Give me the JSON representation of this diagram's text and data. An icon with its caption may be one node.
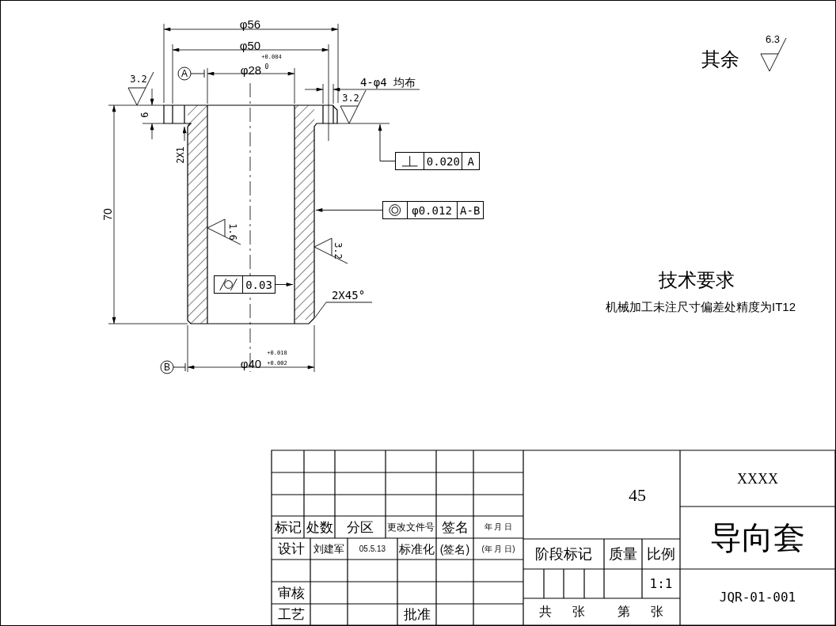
{
  "diagram": {
    "nodes": [
      {
        "text": [
          "0.020",
          "A"
        ]
      },
      {
        "text": [
          "φ0.012",
          "A-B"
        ]
      },
      {
        "text": [
          "0.03"
        ]
      },
      {
        "text": [
          "2X45°"
        ]
      },
      {
        "text": [],
        "shape": "line"
      }
    ],
    "edges": [
      {
        "from": 0,
        "to": 4,
        "arrow": "to"
      },
      {
        "from": 1,
        "to": null,
        "arrow": "to"
      },
      {
        "from": 2,
        "to": null,
        "arrow": "to"
      },
      {
        "from": 3,
        "to": null,
        "arrow": "none"
      }
    ],
    "labels": [
      "φ56",
      "φ50",
      "+0.084",
      "φ28",
      "0",
      "A",
      "4-φ4 均布",
      "3.2",
      "6",
      "3.2",
      "2X1",
      "70",
      "1.6",
      "3.2",
      "B",
      "φ40",
      "+0.018",
      "+0.002",
      "其余",
      "6.3",
      "技术要求",
      "机械加工未注尺寸偏差处精度为IT12",
      "标记",
      "处数",
      "分区",
      "更改文件号",
      "签名",
      "年 月 日",
      "设计",
      "刘建军",
      "05.5.13",
      "标准化",
      "(签名)",
      "(年 月 日)",
      "审核",
      "工艺",
      "批准",
      "45",
      "XXXX",
      "导向套",
      "阶段标记",
      "质量",
      "比例",
      "1:1",
      "共 张",
      "第 张",
      "JQR-01-001"
    ]
  }
}
